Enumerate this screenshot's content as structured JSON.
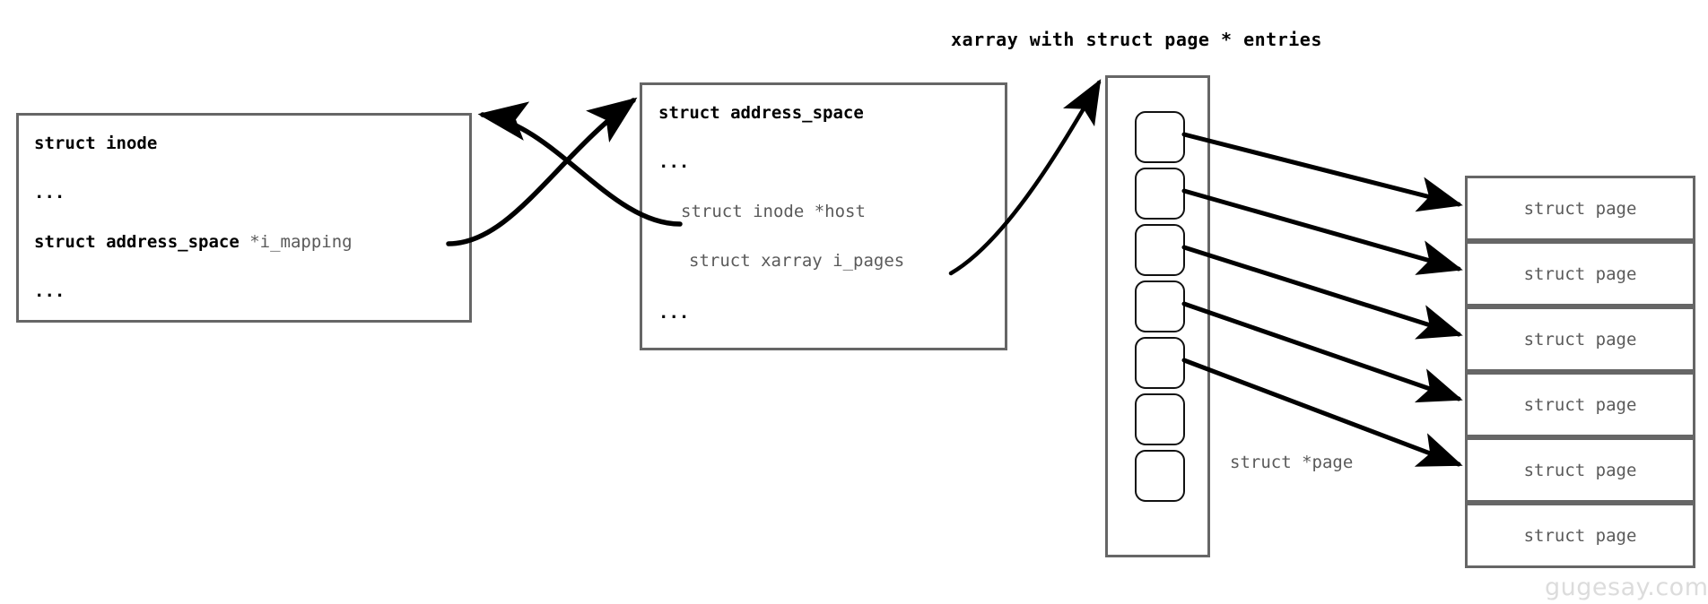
{
  "diagram": {
    "title": "xarray with struct page * entries",
    "watermark": "gugesay.com"
  },
  "inode_box": {
    "name": "struct inode",
    "lines": [
      {
        "text": "struct inode",
        "style": "bold"
      },
      {
        "text": "...",
        "style": "bold"
      },
      {
        "head": "struct address_space",
        "tail": " *i_mapping",
        "style": "mixed"
      },
      {
        "text": "...",
        "style": "bold"
      }
    ]
  },
  "address_space_box": {
    "name": "struct address_space",
    "lines": [
      {
        "text": "struct address_space",
        "style": "bold"
      },
      {
        "text": "...",
        "style": "bold"
      },
      {
        "text": "struct inode *host",
        "style": "dim"
      },
      {
        "text": "struct xarray i_pages",
        "style": "dim"
      },
      {
        "text": "...",
        "style": "bold"
      }
    ]
  },
  "xarray": {
    "label": "xarray with struct page * entries",
    "slot_count": 7,
    "linked_slots": 5
  },
  "pages": {
    "label": "struct page",
    "count": 6,
    "items": [
      "struct page",
      "struct page",
      "struct page",
      "struct page",
      "struct page",
      "struct page"
    ]
  },
  "labels": {
    "page_pointer": "struct *page"
  },
  "colors": {
    "box_border": "#666666",
    "cell_border": "#111111",
    "dim_text": "#5a5a5a",
    "bold_text": "#000000",
    "arrow": "#000000",
    "watermark": "#dcdcdc",
    "background": "#ffffff"
  }
}
